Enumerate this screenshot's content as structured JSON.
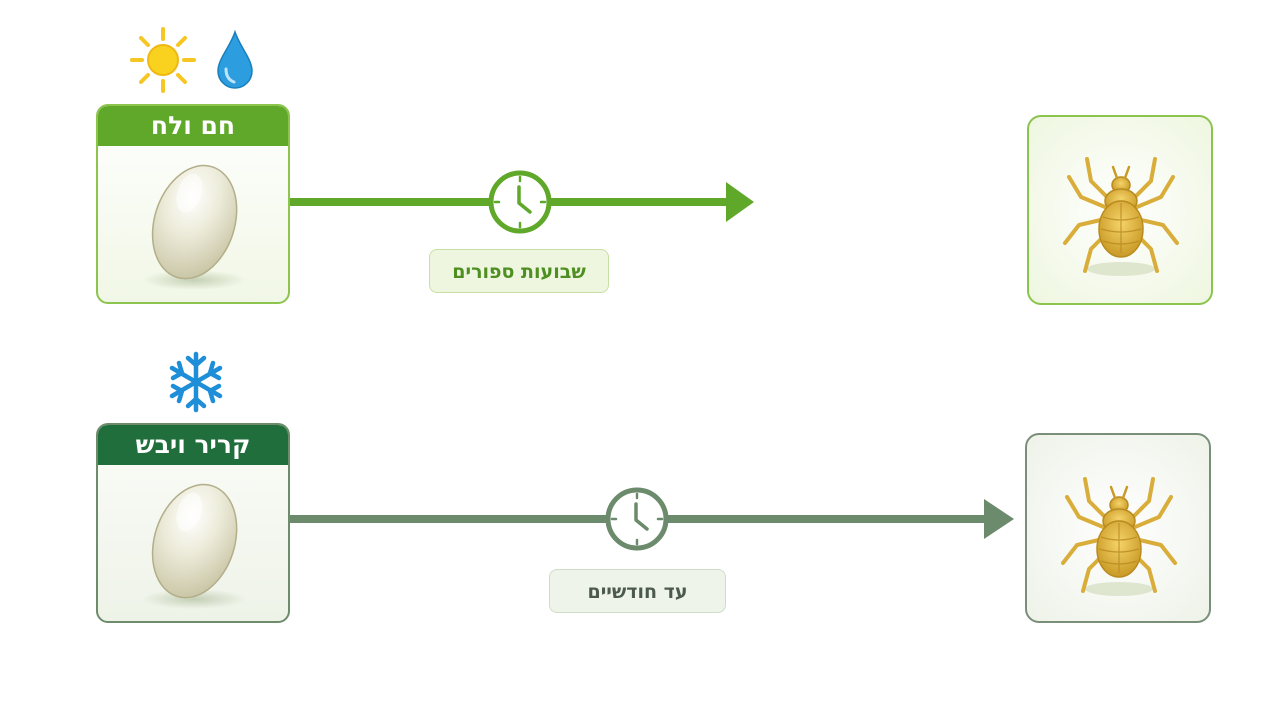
{
  "rows": [
    {
      "condition_label": "חם ולח",
      "weather_icons": [
        "sun-icon",
        "water-drop-icon"
      ],
      "duration_label": "שבועות ספורים",
      "accent_color": "#5fa829"
    },
    {
      "condition_label": "קריר ויבש",
      "weather_icons": [
        "snowflake-icon"
      ],
      "duration_label": "עד חודשיים",
      "accent_color": "#6c8a6c"
    }
  ],
  "stages": {
    "start_icon": "egg-icon",
    "end_icon": "mite-icon",
    "timer_icon": "clock-icon"
  }
}
